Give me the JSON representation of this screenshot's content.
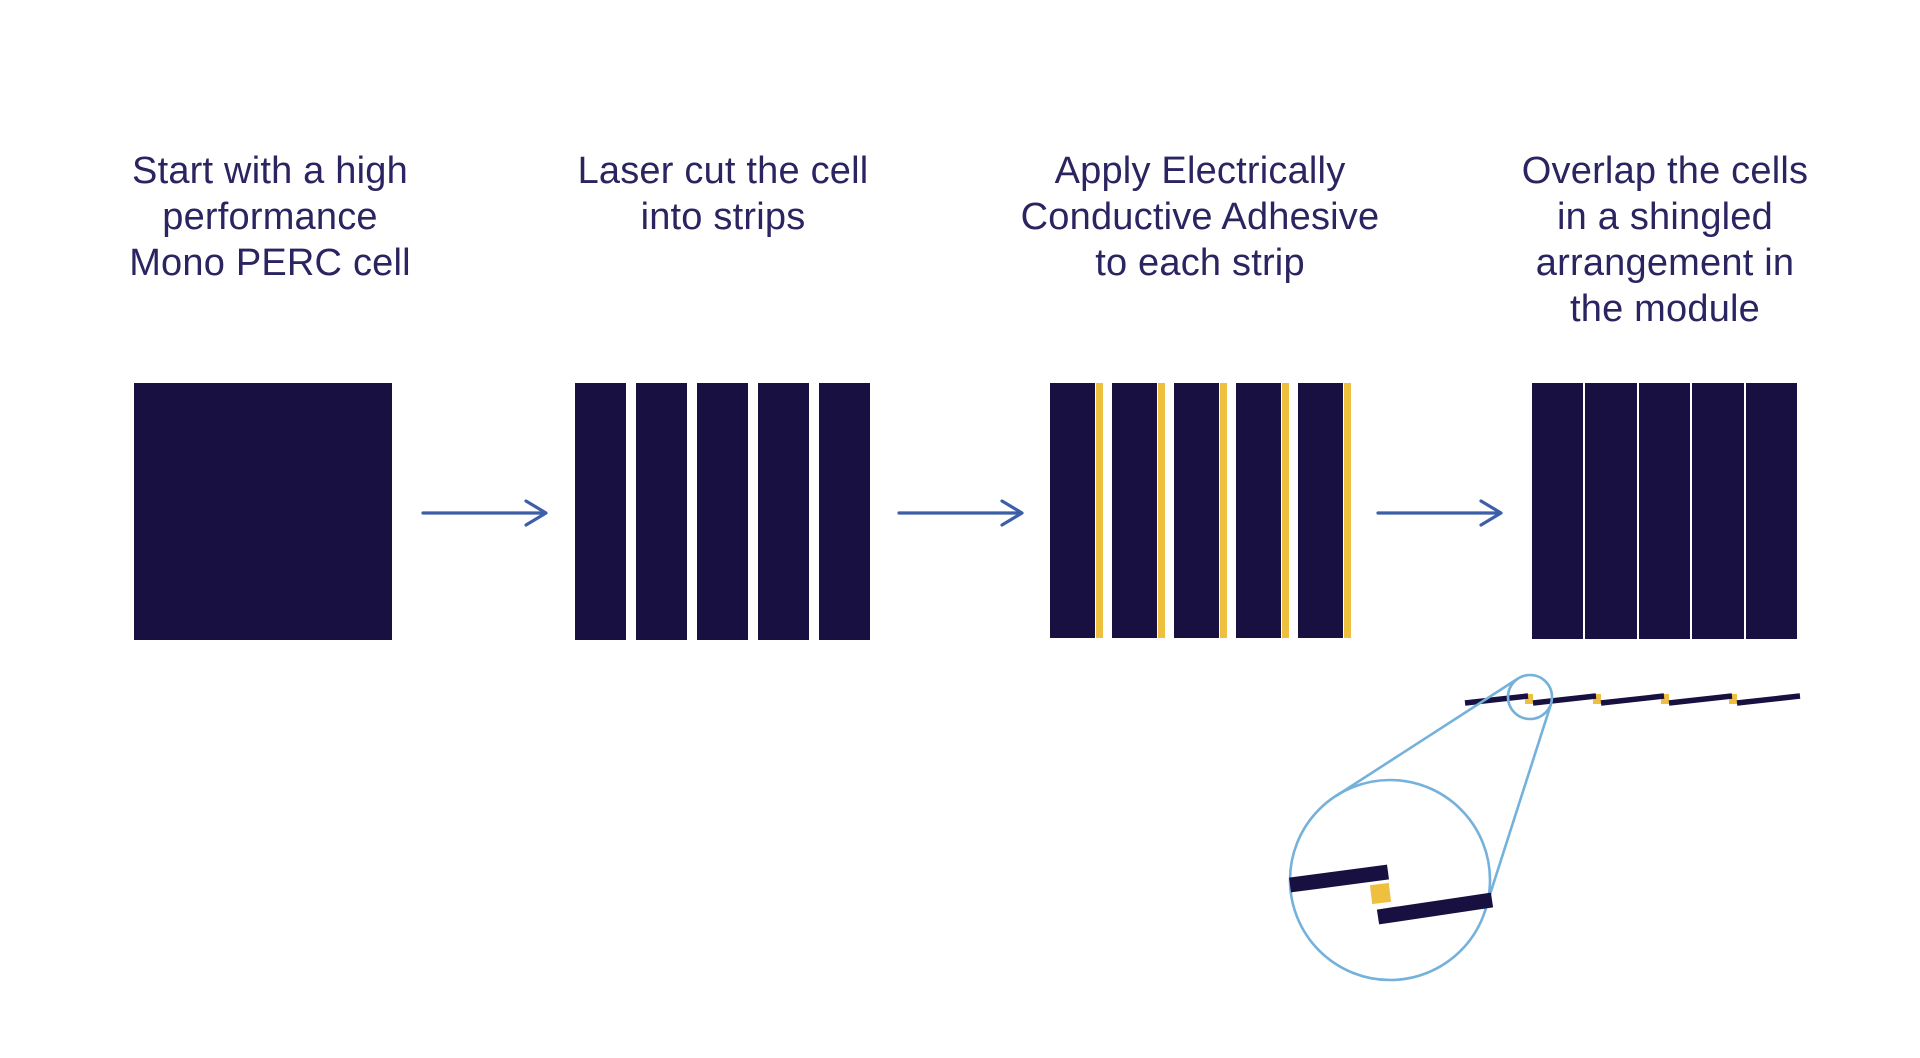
{
  "diagram": {
    "type": "process-flow",
    "subject": "Shingled solar module manufacturing process",
    "colors": {
      "background": "#FFFFFF",
      "cell_navy": "#171041",
      "adhesive_yellow": "#EFBF3F",
      "arrow_blue": "#3D5EA8",
      "callout_blue": "#74B1DB",
      "text_navy": "#2A2460"
    },
    "steps": [
      {
        "caption": "Start with a high\nperformance\nMono PERC cell",
        "graphic": "full-mono-perc-cell",
        "strip_count": 1
      },
      {
        "caption": "Laser cut the cell\ninto strips",
        "graphic": "laser-cut-strips",
        "strip_count": 5
      },
      {
        "caption": "Apply Electrically\nConductive Adhesive\nto each strip",
        "graphic": "strips-with-adhesive-edge",
        "strip_count": 5
      },
      {
        "caption": "Overlap the cells\nin a shingled\narrangement in\nthe module",
        "graphic": "shingled-module",
        "strip_count": 5
      }
    ],
    "connectors": {
      "count": 3,
      "style": "right-arrow"
    },
    "callout": {
      "description": "Magnified side view of shingled overlap joint with conductive adhesive",
      "shingle_bar_count": 5,
      "joint_count": 4
    }
  }
}
